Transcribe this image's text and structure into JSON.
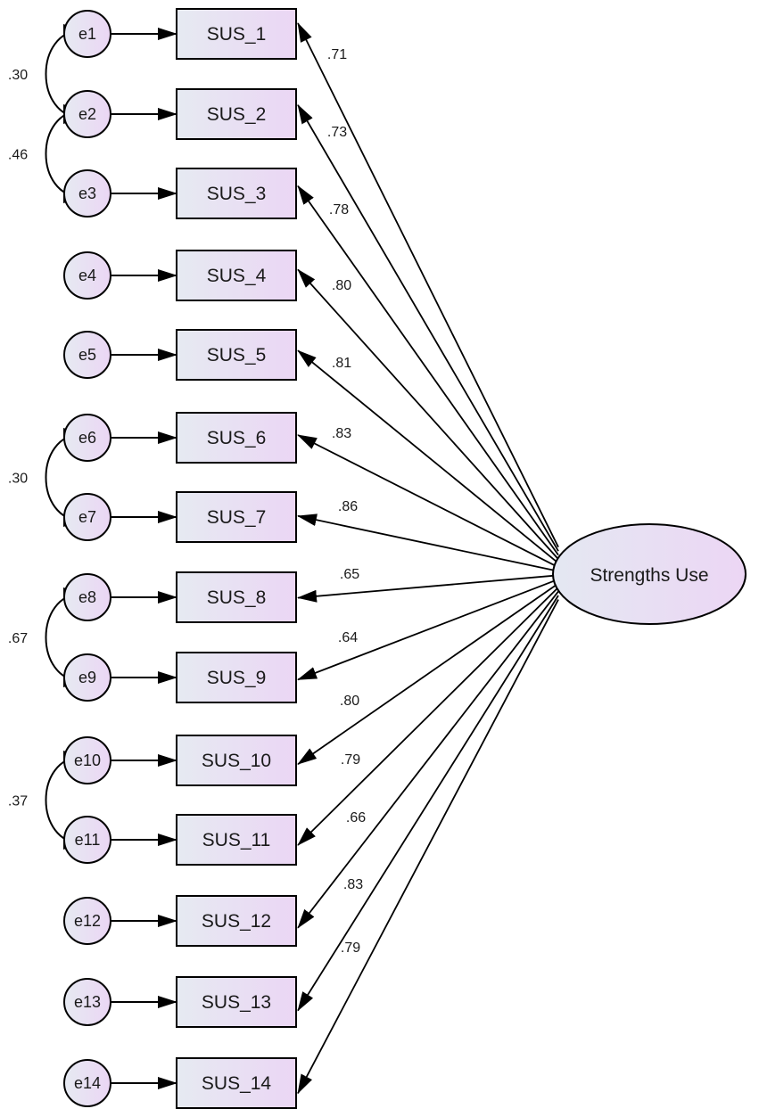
{
  "latent": {
    "label": "Strengths Use"
  },
  "items": [
    {
      "indicator": "SUS_1",
      "error": "e1",
      "loading": ".71"
    },
    {
      "indicator": "SUS_2",
      "error": "e2",
      "loading": ".73"
    },
    {
      "indicator": "SUS_3",
      "error": "e3",
      "loading": ".78"
    },
    {
      "indicator": "SUS_4",
      "error": "e4",
      "loading": ".80"
    },
    {
      "indicator": "SUS_5",
      "error": "e5",
      "loading": ".81"
    },
    {
      "indicator": "SUS_6",
      "error": "e6",
      "loading": ".83"
    },
    {
      "indicator": "SUS_7",
      "error": "e7",
      "loading": ".86"
    },
    {
      "indicator": "SUS_8",
      "error": "e8",
      "loading": ".65"
    },
    {
      "indicator": "SUS_9",
      "error": "e9",
      "loading": ".64"
    },
    {
      "indicator": "SUS_10",
      "error": "e10",
      "loading": ".80"
    },
    {
      "indicator": "SUS_11",
      "error": "e11",
      "loading": ".79"
    },
    {
      "indicator": "SUS_12",
      "error": "e12",
      "loading": ".66"
    },
    {
      "indicator": "SUS_13",
      "error": "e13",
      "loading": ".83"
    },
    {
      "indicator": "SUS_14",
      "error": "e14",
      "loading": ".79"
    }
  ],
  "covariances": [
    {
      "from": "e1",
      "to": "e2",
      "value": ".30"
    },
    {
      "from": "e2",
      "to": "e3",
      "value": ".46"
    },
    {
      "from": "e6",
      "to": "e7",
      "value": ".30"
    },
    {
      "from": "e8",
      "to": "e9",
      "value": ".67"
    },
    {
      "from": "e10",
      "to": "e11",
      "value": ".37"
    }
  ],
  "colors": {
    "fill_light": "#e6eaf2",
    "fill_pink": "#ebd6f4",
    "stroke": "#000000"
  }
}
